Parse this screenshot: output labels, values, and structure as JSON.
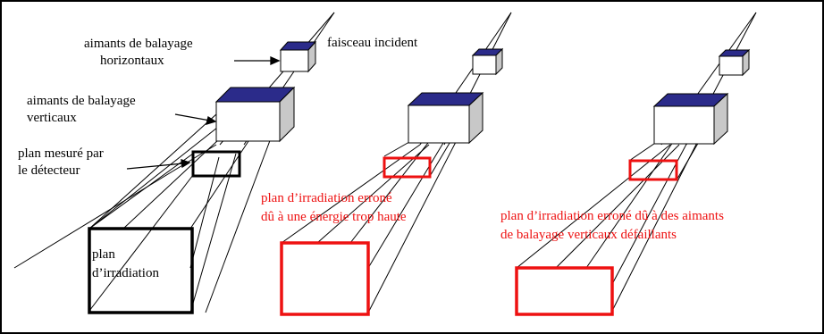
{
  "labels": {
    "horizontal_magnets_line1": "aimants de balayage",
    "horizontal_magnets_line2": "horizontaux",
    "incident_beam": "faisceau incident",
    "vertical_magnets_line1": "aimants de balayage",
    "vertical_magnets_line2": "verticaux",
    "detector_plane_line1": "plan mesuré par",
    "detector_plane_line2": "le détecteur",
    "irradiation_plane_line1": "plan",
    "irradiation_plane_line2": "d’irradiation",
    "energy_error_line1": "plan d’irradiation erroné",
    "energy_error_line2": "dû à une énergie trop haute",
    "magnet_failure_line1": "plan d’irradiation erroné dû à des aimants",
    "magnet_failure_line2": "de balayage verticaux défaillants"
  },
  "colors": {
    "magnet_top": "#2b2b8a",
    "magnet_side": "#c8c8c8",
    "error": "#ee1111",
    "line": "#000000"
  }
}
